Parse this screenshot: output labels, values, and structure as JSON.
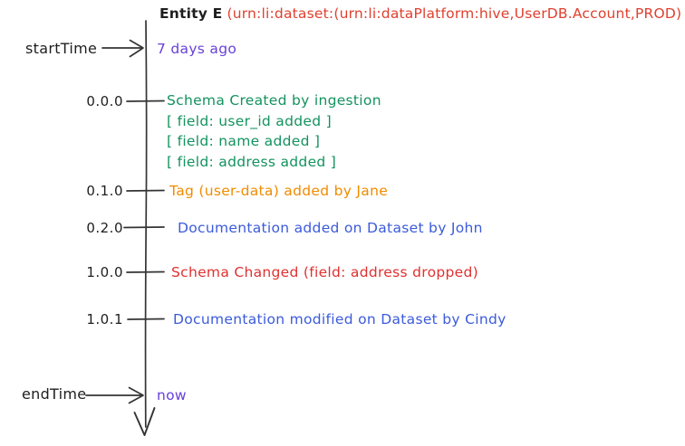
{
  "title": {
    "entity": "Entity E",
    "urn": "(urn:li:dataset:(urn:li:dataPlatform:hive,UserDB.Account,PROD)"
  },
  "markers": {
    "start": {
      "label": "startTime",
      "value": "7 days ago"
    },
    "end": {
      "label": "endTime",
      "value": "now"
    }
  },
  "events": [
    {
      "version": "0.0.0",
      "color": "#13925e",
      "lines": [
        "Schema Created by ingestion",
        "[ field: user_id added ]",
        "[ field: name added ]",
        "[ field: address added ]"
      ]
    },
    {
      "version": "0.1.0",
      "color": "#f08c00",
      "lines": [
        "Tag (user-data) added by Jane"
      ]
    },
    {
      "version": "0.2.0",
      "color": "#3b5bdb",
      "lines": [
        "Documentation added on Dataset by John"
      ]
    },
    {
      "version": "1.0.0",
      "color": "#e03131",
      "lines": [
        "Schema Changed (field: address dropped)"
      ]
    },
    {
      "version": "1.0.1",
      "color": "#3b5bdb",
      "lines": [
        "Documentation modified on Dataset by Cindy"
      ]
    }
  ],
  "colors": {
    "ink": "#1e1e1e",
    "urn": "#e0402f",
    "time": "#6741d9"
  }
}
